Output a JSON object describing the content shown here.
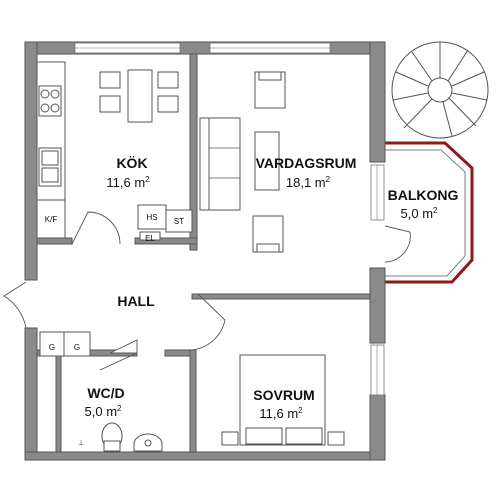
{
  "rooms": {
    "kok": {
      "name": "KÖK",
      "area": "11,6 m",
      "unit_sup": "2"
    },
    "vardagsrum": {
      "name": "VARDAGSRUM",
      "area": "18,1 m",
      "unit_sup": "2"
    },
    "balkong": {
      "name": "BALKONG",
      "area": "5,0 m",
      "unit_sup": "2"
    },
    "hall": {
      "name": "HALL"
    },
    "wcd": {
      "name": "WC/D",
      "area": "5,0 m",
      "unit_sup": "2"
    },
    "sovrum": {
      "name": "SOVRUM",
      "area": "11,6 m",
      "unit_sup": "2"
    }
  },
  "appliances": {
    "kf": "K/F",
    "hs": "HS",
    "st": "ST",
    "el": "EL",
    "g1": "G",
    "g2": "G"
  },
  "colors": {
    "wall": "#8a8a8a",
    "balcony_rail": "#8b1a1a"
  }
}
